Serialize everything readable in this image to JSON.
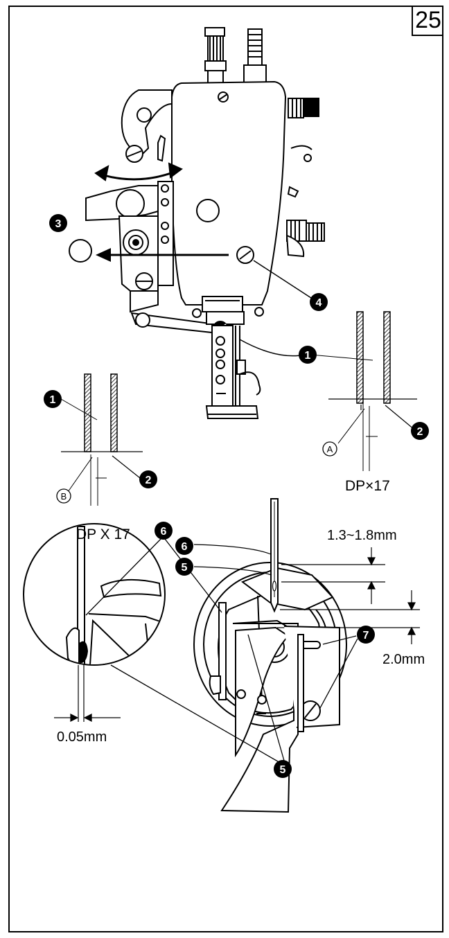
{
  "page_number": "25",
  "callouts": {
    "c1": "1",
    "c2": "2",
    "c3": "3",
    "c4": "4",
    "c5": "5",
    "c6": "6",
    "c7": "7"
  },
  "circled_letters": {
    "a": "A",
    "b": "B"
  },
  "labels": {
    "needle_type_right": "DP×17",
    "needle_type_left": "DP X 17",
    "dim_top": "1.3~1.8mm",
    "dim_bottom": "2.0mm",
    "dim_gap": "0.05mm"
  },
  "colors": {
    "ink": "#000000",
    "paper": "#ffffff"
  }
}
